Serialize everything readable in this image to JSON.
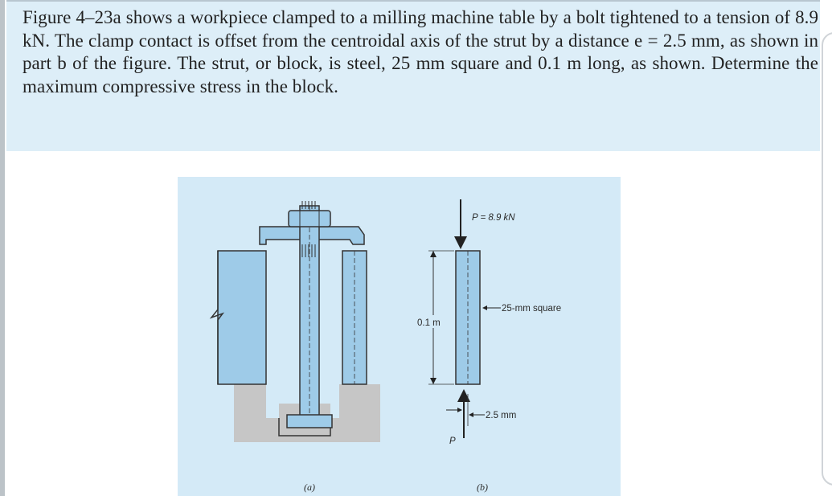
{
  "problem": {
    "text": "Figure 4–23a shows a workpiece clamped to a milling machine table by a bolt tightened to a tension of 8.9 kN. The clamp contact is offset from the centroidal axis of the strut by a distance e = 2.5 mm, as shown in part b of the figure. The strut, or block, is steel, 25 mm square and 0.1 m long, as shown. Determine the maximum compressive stress in the block."
  },
  "figure": {
    "load_label": "P = 8.9 kN",
    "length_label": "0.1 m",
    "section_label": "25-mm square",
    "offset_label": "2.5 mm",
    "reaction_label": "P",
    "caption_a": "(a)",
    "caption_b": "(b)"
  },
  "colors": {
    "panel_bg": "#d4eaf7",
    "part_fill": "#9ecbe8",
    "table_fill": "#c8c8c8",
    "text_box_bg": "#ddeef8"
  }
}
